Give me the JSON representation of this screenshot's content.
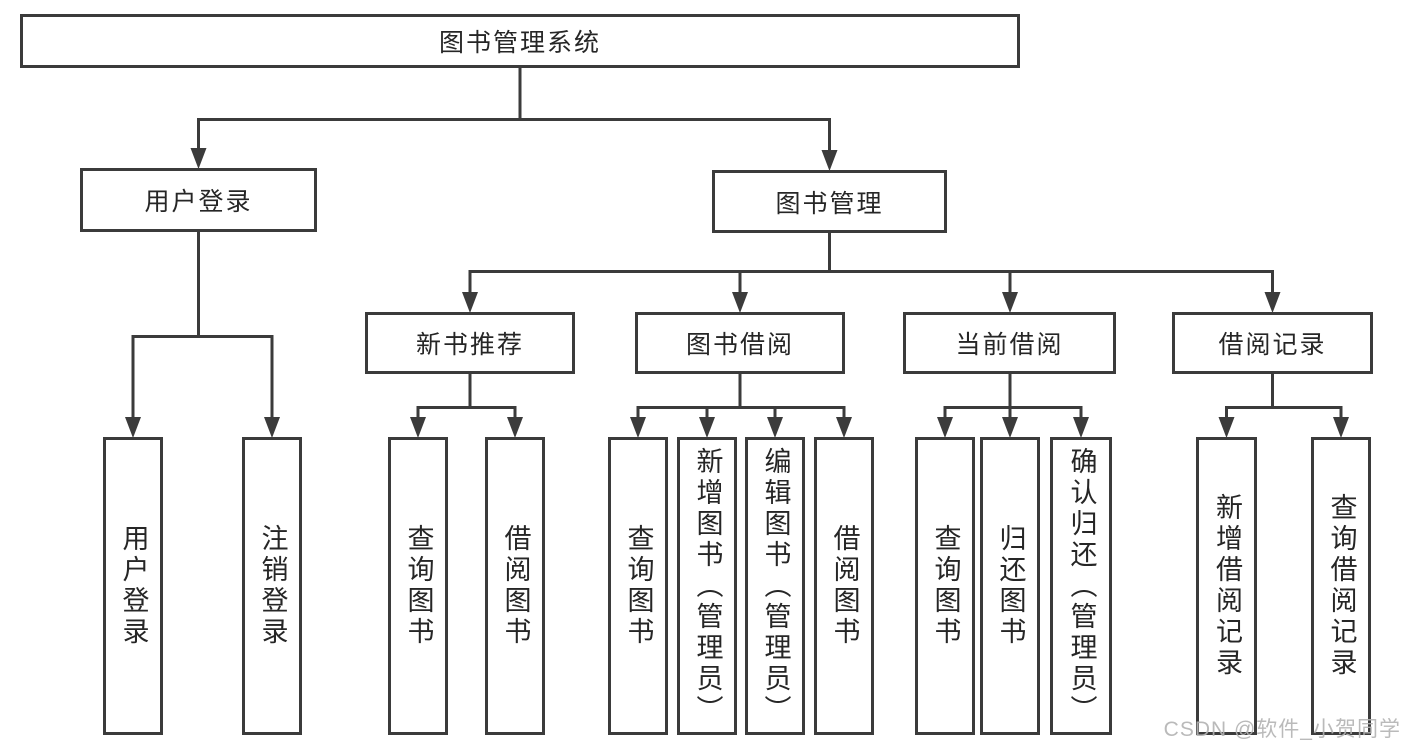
{
  "diagram": {
    "title": "图书管理系统",
    "level2": {
      "user_login": "用户登录",
      "book_mgmt": "图书管理"
    },
    "level3": {
      "new_book_rec": "新书推荐",
      "book_borrow": "图书借阅",
      "current_borrow": "当前借阅",
      "borrow_records": "借阅记录"
    },
    "leaves": {
      "user_login": "用户登录",
      "logout": "注销登录",
      "nbr_query_book": "查询图书",
      "nbr_borrow_book": "借阅图书",
      "bb_query_book": "查询图书",
      "bb_add_book": "新增图书（管理员）",
      "bb_edit_book": "编辑图书（管理员）",
      "bb_borrow_book": "借阅图书",
      "cb_query_book": "查询图书",
      "cb_return_book": "归还图书",
      "cb_confirm_return": "确认归还（管理员）",
      "br_add_record": "新增借阅记录",
      "br_query_record": "查询借阅记录"
    },
    "watermark": "CSDN @软件_小贺同学",
    "colors": {
      "line": "#3b3b3b",
      "text": "#262626",
      "background": "#ffffff",
      "watermark": "#b3b3b3"
    }
  }
}
